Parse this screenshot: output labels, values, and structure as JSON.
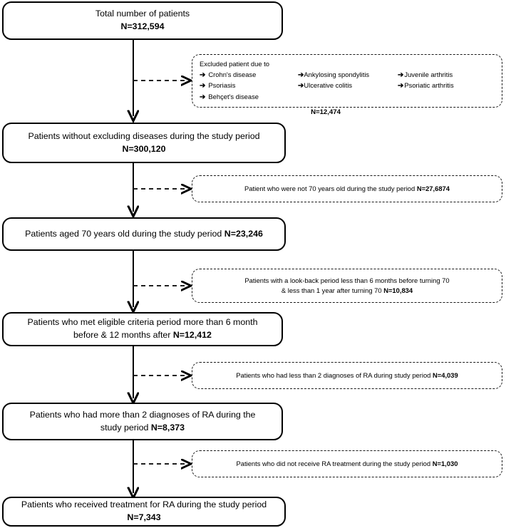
{
  "figure": {
    "type": "patient-selection-flowchart",
    "orientation": "vertical"
  },
  "nodes": [
    {
      "id": "total-patients",
      "kind": "main",
      "line1": "Total number of patients",
      "line2": "N=312,594",
      "count": "312,594"
    },
    {
      "id": "without-excluding-diseases",
      "kind": "main",
      "line1": "Patients without excluding diseases during the study period",
      "line2": "N=300,120",
      "count": "300,120"
    },
    {
      "id": "aged-70",
      "kind": "main",
      "line1": "Patients aged 70 years old during the study period ",
      "line2": "N=23,246",
      "count": "23,246"
    },
    {
      "id": "eligible-criteria",
      "kind": "main",
      "line1": "Patients who met eligible criteria period more than 6 month",
      "line2a": "before & 12 months after ",
      "line2": "N=12,412",
      "count": "12,412"
    },
    {
      "id": "more-than-2-dx",
      "kind": "main",
      "line1": "Patients who had more than 2 diagnoses of RA during the",
      "line2a": "study period  ",
      "line2": "N=8,373",
      "count": "8,373"
    },
    {
      "id": "received-treatment",
      "kind": "main",
      "line1": "Patients who received treatment for RA during the study period",
      "line2": "N=7,343",
      "count": "7,343"
    }
  ],
  "exclusions": [
    {
      "id": "excluded-diseases",
      "kind": "dashed-list",
      "heading": "Excluded patient due to",
      "arrow_glyph": "➔",
      "columns": [
        [
          "Crohn's disease",
          "Psoriasis",
          "Behçet's disease"
        ],
        [
          "Ankylosing spondylitis",
          "Ulcerative colitis"
        ],
        [
          "Juvenile arthritis",
          "Psoriatic arthritis"
        ]
      ],
      "total_label": "N=12,474",
      "count": "12,474"
    },
    {
      "id": "not-70-years-old",
      "kind": "dashed",
      "text": "Patient who were not 70 years old during the study period ",
      "count_label": "N=27,6874",
      "count": "27,6874"
    },
    {
      "id": "short-lookback",
      "kind": "dashed",
      "line1": "Patients with a look-back period less than 6 months before turning 70",
      "line2": "& less than 1 year after turning 70  ",
      "count_label": "N=10,834",
      "count": "10,834"
    },
    {
      "id": "less-than-2-dx",
      "kind": "dashed",
      "text": "Patients who had less than 2 diagnoses of RA during study period  ",
      "count_label": "N=4,039",
      "count": "4,039"
    },
    {
      "id": "no-ra-treatment",
      "kind": "dashed",
      "text": "Patients who did not receive RA treatment during the study period  ",
      "count_label": "N=1,030",
      "count": "1,030"
    }
  ],
  "colors": {
    "stroke": "#000000",
    "dashed_stroke": "#1a1a1a",
    "background": "#ffffff"
  }
}
